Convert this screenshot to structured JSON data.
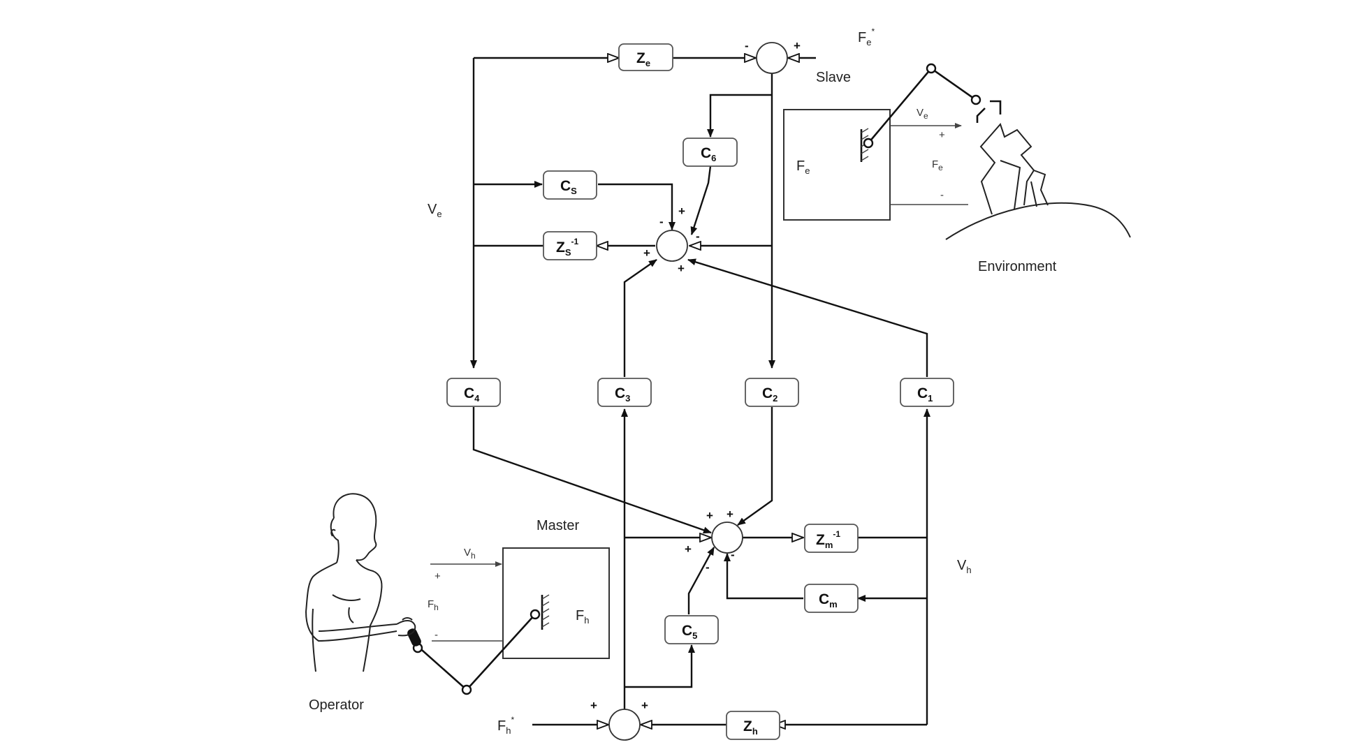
{
  "labels": {
    "slave": "Slave",
    "master": "Master",
    "environment": "Environment",
    "operator": "Operator"
  },
  "blocks": {
    "ze": {
      "main": "Z",
      "sub": "e"
    },
    "c6": {
      "main": "C",
      "sub": "6"
    },
    "cs": {
      "main": "C",
      "sub": "S"
    },
    "zs_inv": {
      "main": "Z",
      "sub": "S",
      "sup": "-1"
    },
    "c4": {
      "main": "C",
      "sub": "4"
    },
    "c3": {
      "main": "C",
      "sub": "3"
    },
    "c2": {
      "main": "C",
      "sub": "2"
    },
    "c1": {
      "main": "C",
      "sub": "1"
    },
    "zm_inv": {
      "main": "Z",
      "sub": "m",
      "sup": "-1"
    },
    "cm": {
      "main": "C",
      "sub": "m"
    },
    "c5": {
      "main": "C",
      "sub": "5"
    },
    "zh": {
      "main": "Z",
      "sub": "h"
    }
  },
  "signals": {
    "fe_star": {
      "main": "F",
      "sub": "e",
      "sup": "*"
    },
    "fh_star": {
      "main": "F",
      "sub": "h",
      "sup": "*"
    },
    "ve_left": {
      "main": "V",
      "sub": "e"
    },
    "vh_right": {
      "main": "V",
      "sub": "h"
    },
    "slave_ve": {
      "main": "V",
      "sub": "e"
    },
    "slave_fe": {
      "main": "F",
      "sub": "e"
    },
    "slave_fe_inner": {
      "main": "F",
      "sub": "e"
    },
    "master_vh": {
      "main": "V",
      "sub": "h"
    },
    "master_fh": {
      "main": "F",
      "sub": "h"
    },
    "master_fh_inner": {
      "main": "F",
      "sub": "h"
    }
  },
  "signs": {
    "plus": "+",
    "minus": "-"
  }
}
